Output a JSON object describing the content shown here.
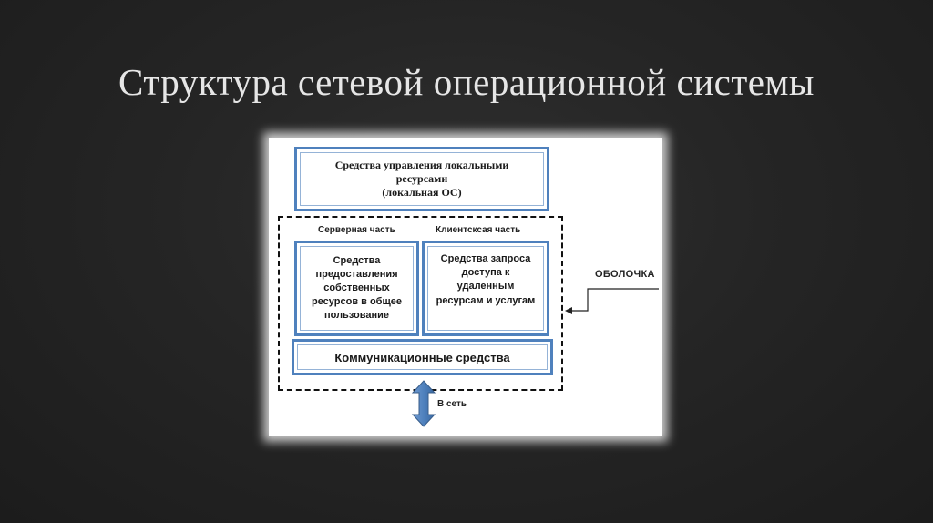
{
  "slide": {
    "title": "Структура сетевой операционной системы"
  },
  "diagram": {
    "local_box": {
      "line1": "Средства управления локальными",
      "line2": "ресурсами",
      "line3": "(локальная ОС)"
    },
    "server_label": "Серверная часть",
    "client_label": "Клиентсксая часть",
    "server_box": {
      "line1": "Средства",
      "line2": "предоставления",
      "line3": "собственных",
      "line4": "ресурсов в общее",
      "line5": "пользование"
    },
    "client_box": {
      "line1": "Средства запроса",
      "line2": "доступа к",
      "line3": "удаленным",
      "line4": "ресурсам и услугам"
    },
    "comm_box": "Коммуникационные средства",
    "net_label": "В сеть",
    "shell_label": "ОБОЛОЧКА"
  },
  "colors": {
    "box_border": "#4f81bd",
    "arrow_fill": "#4f81bd",
    "background": "#262626"
  }
}
